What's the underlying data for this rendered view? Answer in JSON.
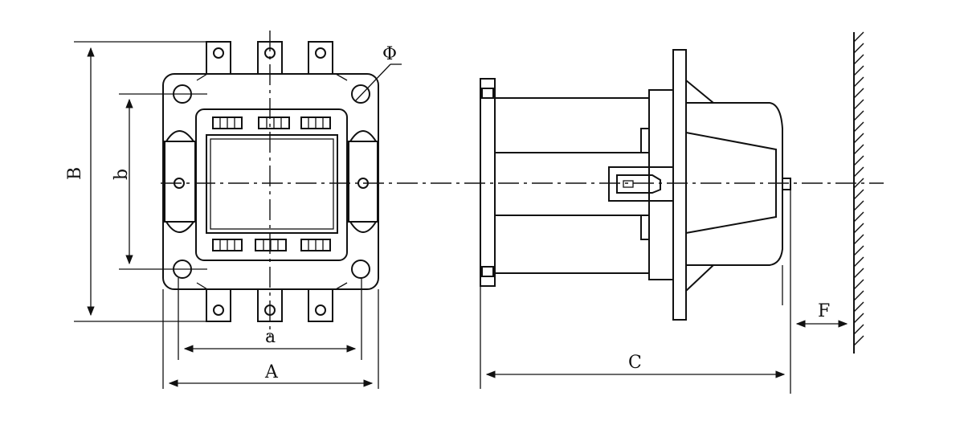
{
  "labels": {
    "phi": "Φ",
    "B": "B",
    "b": "b",
    "a": "a",
    "A": "A",
    "C": "C",
    "F": "F"
  }
}
